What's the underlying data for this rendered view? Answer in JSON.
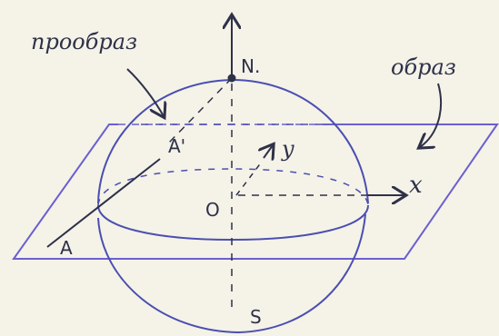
{
  "labels": {
    "preimage": "прообраз",
    "image": "образ",
    "north": "N.",
    "south": "S",
    "origin": "O",
    "x_axis": "x",
    "y_axis": "y",
    "point_a_prime": "A'",
    "point_a": "A"
  },
  "colors": {
    "ink": "#2e3148",
    "plane": "#6b5fd0",
    "paper": "#f5f2e8"
  }
}
